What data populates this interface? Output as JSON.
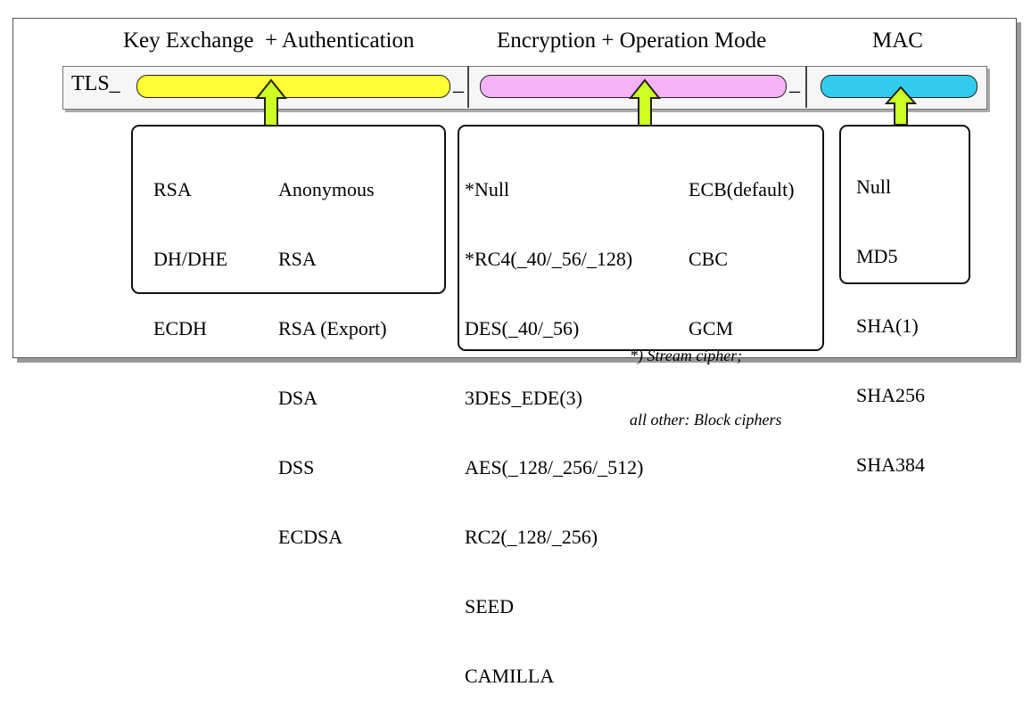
{
  "headers": {
    "key_exchange": "Key Exchange  + Authentication",
    "encryption": "Encryption + Operation Mode",
    "mac": "MAC"
  },
  "bar": {
    "prefix": "TLS_",
    "sep1": "_",
    "sep2": "_"
  },
  "colors": {
    "key_exchange": "#ffff33",
    "encryption": "#f5b3f5",
    "mac": "#33ccf0",
    "arrow": "#ccff22"
  },
  "key_exchange": {
    "exchange": [
      "RSA",
      "DH/DHE",
      "ECDH"
    ],
    "authentication": [
      "Anonymous",
      "RSA",
      "RSA (Export)",
      "DSA",
      "DSS",
      "ECDSA"
    ]
  },
  "encryption": {
    "ciphers": [
      "*Null",
      "*RC4(_40/_56/_128)",
      "DES(_40/_56)",
      "3DES_EDE(3)",
      "AES(_128/_256/_512)",
      "RC2(_128/_256)",
      "SEED",
      "CAMILLA"
    ],
    "modes": [
      "ECB(default)",
      "CBC",
      "GCM"
    ],
    "note_line1": "*) Stream cipher;",
    "note_line2": "all other: Block ciphers"
  },
  "mac": {
    "algorithms": [
      "Null",
      "MD5",
      "SHA(1)",
      "SHA256",
      "SHA384"
    ]
  }
}
